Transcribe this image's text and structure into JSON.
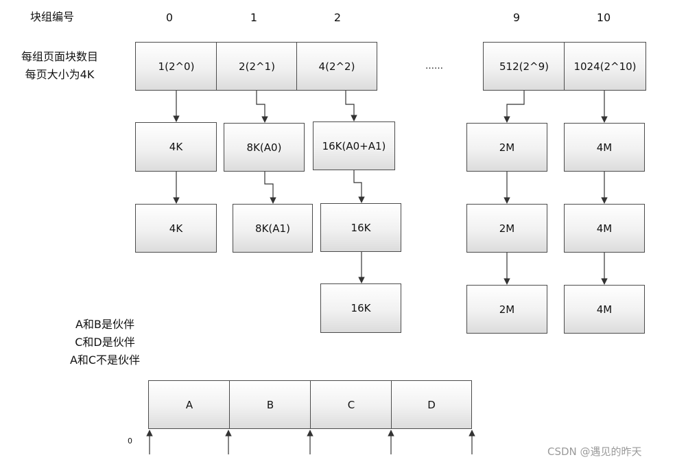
{
  "header": {
    "label": "块组编号",
    "numbers": [
      "0",
      "1",
      "2",
      "9",
      "10"
    ]
  },
  "side_label": {
    "line1": "每组页面块数目",
    "line2": "每页大小为4K"
  },
  "top_row": [
    "1(2^0)",
    "2(2^1)",
    "4(2^2)",
    "512(2^9)",
    "1024(2^10)"
  ],
  "ellipsis": "……",
  "columns": {
    "c0": [
      "4K",
      "4K"
    ],
    "c1": [
      "8K(A0)",
      "8K(A1)"
    ],
    "c2": [
      "16K(A0+A1)",
      "16K",
      "16K"
    ],
    "c9": [
      "2M",
      "2M",
      "2M"
    ],
    "c10": [
      "4M",
      "4M",
      "4M"
    ]
  },
  "note": {
    "line1": "A和B是伙伴",
    "line2": "C和D是伙伴",
    "line3": "A和C不是伙伴"
  },
  "bottom_blocks": [
    "A",
    "B",
    "C",
    "D"
  ],
  "origin_label": "0",
  "watermark": "CSDN @遇见的昨天"
}
